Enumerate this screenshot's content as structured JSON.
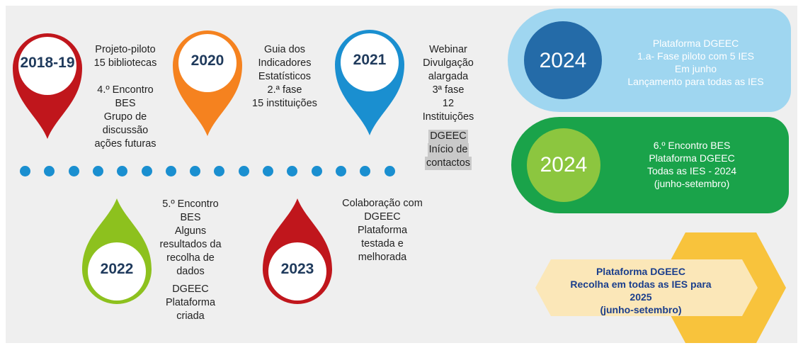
{
  "milestones": [
    {
      "year": "2018-19",
      "text": [
        "Projeto-piloto",
        "15 bibliotecas",
        "",
        "4.º Encontro",
        "BES",
        "Grupo de",
        "discussão",
        "ações futuras"
      ]
    },
    {
      "year": "2020",
      "text": [
        "Guia dos",
        "Indicadores",
        "Estatísticos",
        "2.ª fase",
        "15 instituições"
      ]
    },
    {
      "year": "2021",
      "text": [
        "Webinar",
        "Divulgação",
        "alargada",
        "3ª fase",
        "12",
        "Instituições"
      ],
      "highlight": [
        "DGEEC",
        "Início de",
        "contactos"
      ]
    },
    {
      "year": "2022",
      "text": [
        "5.º Encontro",
        "BES",
        "Alguns",
        "resultados da",
        "recolha de",
        "dados",
        "DGEEC",
        "Plataforma",
        "criada"
      ]
    },
    {
      "year": "2023",
      "text": [
        "Colaboração com",
        "DGEEC",
        "Plataforma",
        "testada e",
        "melhorada"
      ]
    }
  ],
  "panels": [
    {
      "year": "2024",
      "lines": [
        "Plataforma DGEEC",
        "1.a- Fase piloto com 5 IES",
        "Em junho",
        "Lançamento para todas as IES"
      ]
    },
    {
      "year": "2024",
      "lines": [
        "6.º Encontro BES",
        "Plataforma DGEEC",
        "Todas as IES - 2024",
        "(junho-setembro)"
      ]
    }
  ],
  "future": {
    "lines": [
      "Plataforma DGEEC",
      "Recolha em todas as IES para",
      "2025",
      "(junho-setembro)"
    ]
  },
  "colors": {
    "pin_2018": "#c0161c",
    "pin_2020": "#f5821f",
    "pin_2021": "#1a8fd0",
    "pin_2022": "#8dc11e",
    "pin_2023": "#c0161c",
    "dots": "#1a8fd0",
    "panel1_outer": "#9fd6f0",
    "panel1_inner": "#246ba8",
    "panel2_outer": "#1aa34a",
    "panel2_inner": "#8cc63f",
    "hex_outer": "#f8c33c",
    "hex_inner": "#fbe7b8"
  }
}
